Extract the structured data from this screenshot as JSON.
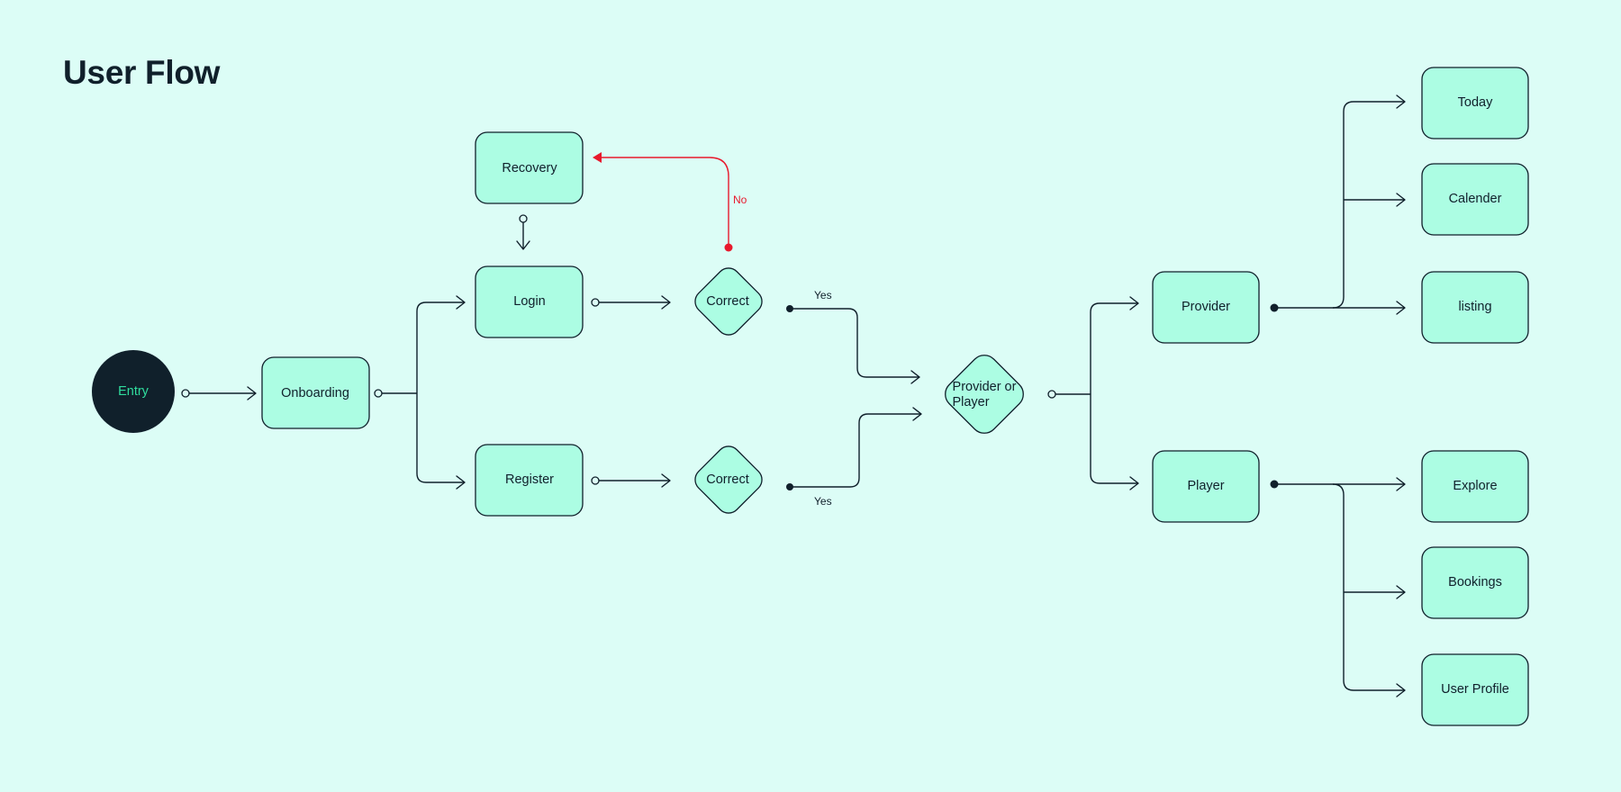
{
  "title": "User Flow",
  "nodes": {
    "entry": "Entry",
    "onboarding": "Onboarding",
    "recovery": "Recovery",
    "login": "Login",
    "register": "Register",
    "correct_login": "Correct",
    "correct_register": "Correct",
    "provider_or_player_line1": "Provider or",
    "provider_or_player_line2": "Player",
    "provider": "Provider",
    "player": "Player",
    "today": "Today",
    "calender": "Calender",
    "listing": "listing",
    "explore": "Explore",
    "bookings": "Bookings",
    "user_profile": "User Profile"
  },
  "edge_labels": {
    "no": "No",
    "yes_top": "Yes",
    "yes_bottom": "Yes"
  },
  "colors": {
    "background": "#dcfdf6",
    "node_fill": "#acfde3",
    "ink": "#10202b",
    "entry_text": "#30dd9e",
    "no_path": "#e8192c"
  }
}
